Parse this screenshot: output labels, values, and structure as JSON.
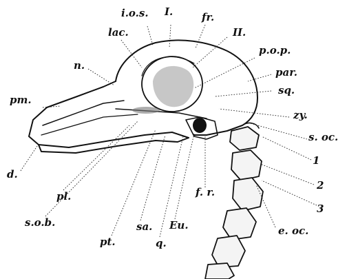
{
  "labels": {
    "ios": "i.o.s.",
    "one_roman": "I.",
    "fr": "fr.",
    "lac": "lac.",
    "two_roman": "II.",
    "n": "n.",
    "pop": "p.o.p.",
    "par": "par.",
    "pm": "pm.",
    "sq": "sq.",
    "zy": "zy.",
    "soc": "s. oc.",
    "one": "1",
    "d": "d.",
    "two": "2",
    "pl": "pl.",
    "fr_r": "f. r.",
    "three": "3",
    "sob": "s.o.b.",
    "sa": "sa.",
    "eu": "Eu.",
    "eoc": "e. oc.",
    "pt": "pt.",
    "q": "q."
  }
}
